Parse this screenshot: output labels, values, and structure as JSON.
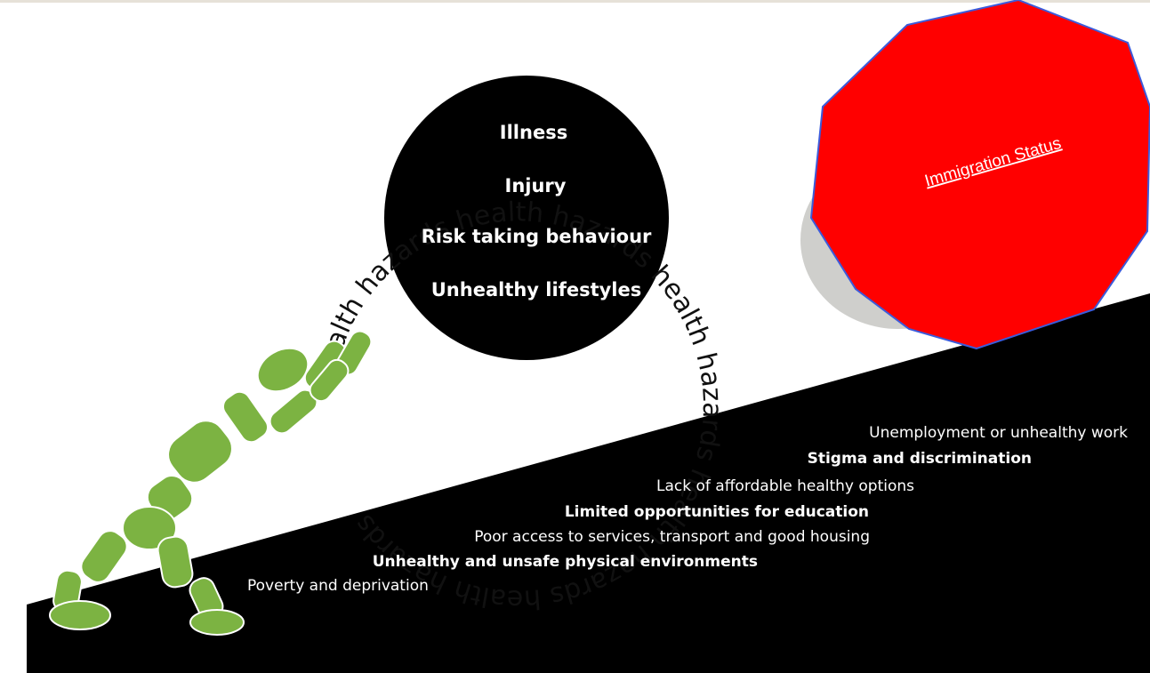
{
  "ring_text": "health hazards health hazards health hazards health hazards health hazards",
  "ball_items": [
    "Illness",
    "Injury",
    "Risk taking behaviour",
    "Unhealthy lifestyles"
  ],
  "ramp_lines": [
    {
      "text": "Unemployment or unhealthy work",
      "bold": false
    },
    {
      "text": "Stigma and discrimination",
      "bold": true
    },
    {
      "text": "Lack of affordable healthy options",
      "bold": false
    },
    {
      "text": "Limited opportunities for education",
      "bold": true
    },
    {
      "text": "Poor access to services, transport and good housing",
      "bold": false
    },
    {
      "text": "Unhealthy and unsafe physical environments",
      "bold": true
    },
    {
      "text": "Poverty and deprivation",
      "bold": false
    }
  ],
  "stop_sign": {
    "label": "Immigration Status",
    "fill": "#ff0000",
    "border": "#3b5bdb"
  },
  "colors": {
    "ramp": "#000000",
    "figure": "#7cb342",
    "ball": "#000000"
  }
}
